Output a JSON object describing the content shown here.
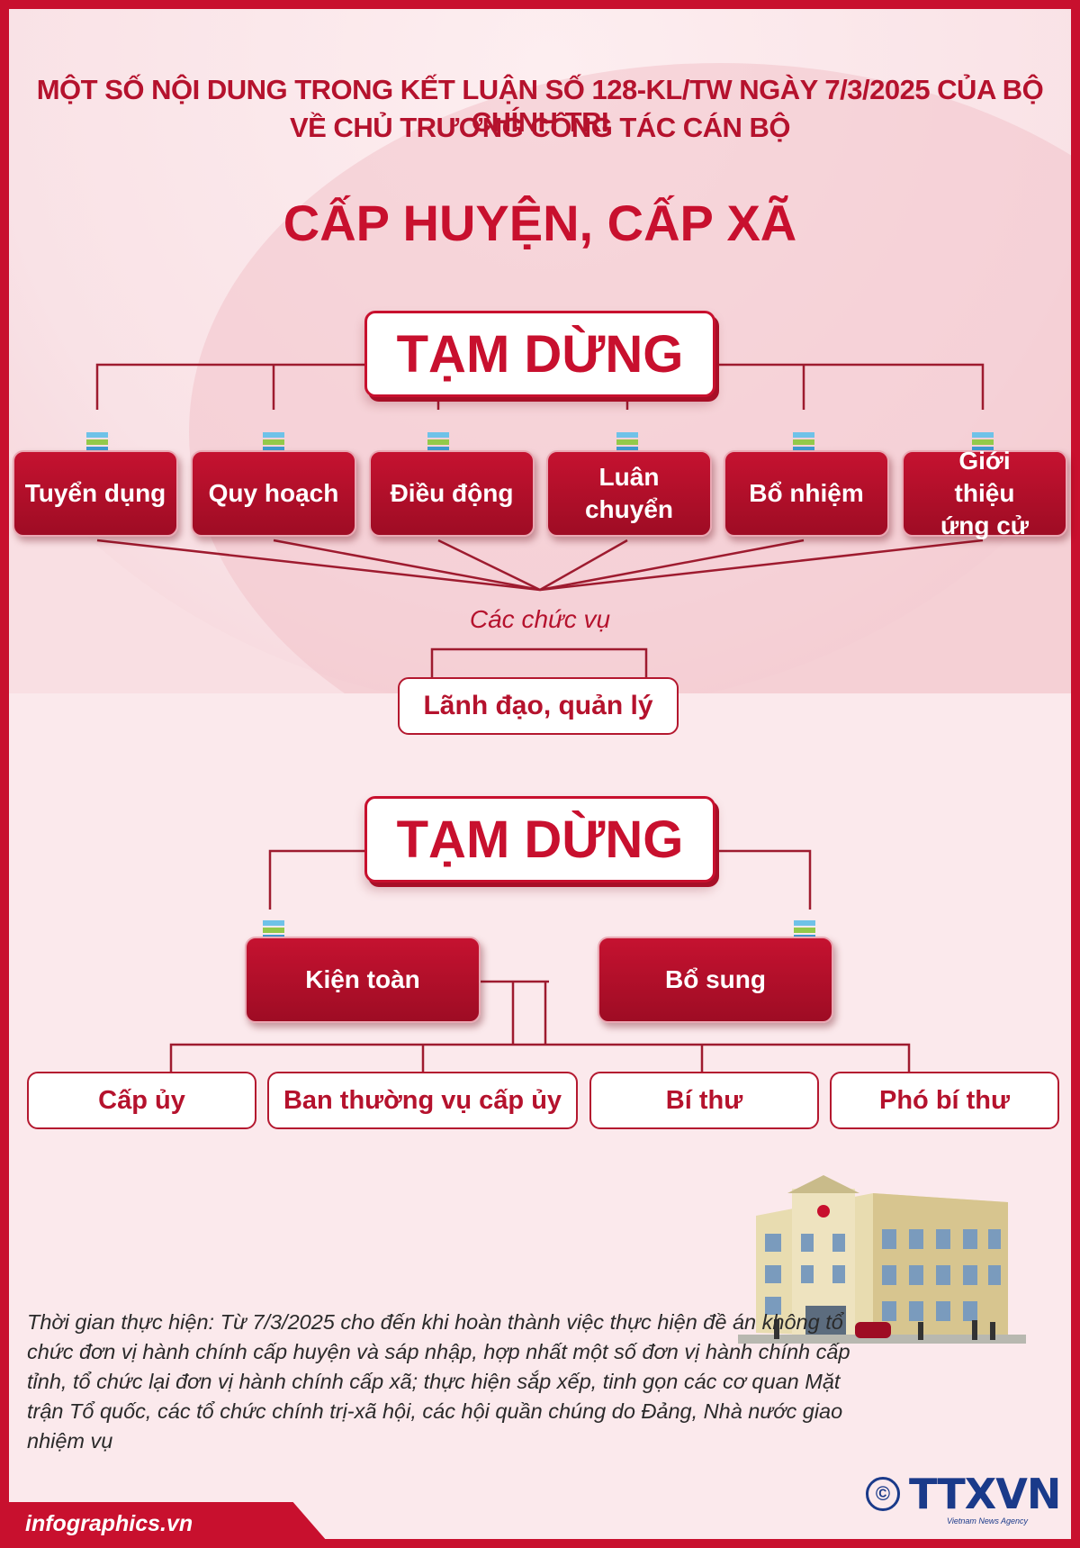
{
  "header": {
    "title_line1": "MỘT SỐ NỘI DUNG TRONG KẾT LUẬN SỐ 128-KL/TW NGÀY 7/3/2025 CỦA BỘ CHÍNH TRỊ",
    "title_line2": "VỀ CHỦ TRƯƠNG CÔNG TÁC CÁN BỘ",
    "heading": "CẤP HUYỆN, CẤP XÃ"
  },
  "section1": {
    "pause_label": "TẠM DỪNG",
    "items": [
      "Tuyển dụng",
      "Quy hoạch",
      "Điều động",
      "Luân chuyển",
      "Bổ nhiệm",
      "Giới thiệu ứng cử"
    ],
    "caption": "Các chức vụ",
    "target": "Lãnh đạo, quản lý"
  },
  "section2": {
    "pause_label": "TẠM DỪNG",
    "items": [
      "Kiện toàn",
      "Bổ sung"
    ],
    "targets": [
      "Cấp ủy",
      "Ban thường vụ cấp ủy",
      "Bí thư",
      "Phó bí thư"
    ]
  },
  "note": "Thời gian thực hiện: Từ 7/3/2025 cho đến khi hoàn thành việc thực hiện đề án không tổ chức đơn vị hành chính cấp huyện và sáp nhập, hợp nhất một số đơn vị hành chính cấp tỉnh, tổ chức lại đơn vị hành chính cấp xã; thực hiện sắp xếp, tinh gọn các cơ quan Mặt trận Tổ quốc, các tổ chức chính trị-xã hội, các hội quần chúng do Đảng, Nhà nước giao nhiệm vụ",
  "footer": {
    "site": "infographics.vn",
    "copyright_symbol": "©",
    "logo": "TTXVN",
    "logo_sub": "Vietnam News Agency"
  },
  "colors": {
    "primary_red": "#c8102e",
    "background_pink": "#f9dfe3",
    "logo_blue": "#1a3a8a"
  },
  "icons": [
    "stack-icon",
    "building-illustration"
  ]
}
